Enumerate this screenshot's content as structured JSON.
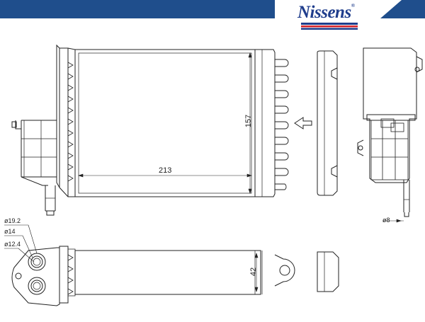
{
  "brand": {
    "name": "Nissens",
    "mark": "®",
    "colors": {
      "blue": "#1f4e8c",
      "red": "#d42027",
      "navy": "#1f3d8c"
    }
  },
  "dimensions": {
    "width": "213",
    "height": "157",
    "depth": "42",
    "d_outer": "ø19.2",
    "d_mid": "ø14",
    "d_inner": "ø12.4",
    "d_pipe": "ø8"
  },
  "icons": [
    "flow-arrow-icon"
  ]
}
